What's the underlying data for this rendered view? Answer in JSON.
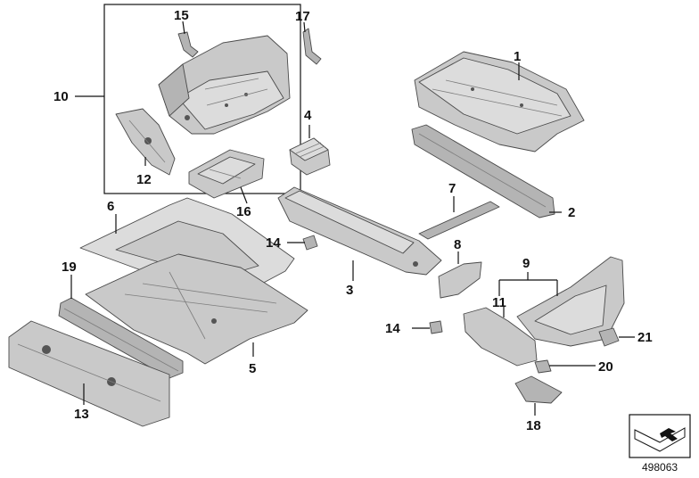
{
  "callouts": {
    "c1": "1",
    "c2": "2",
    "c3": "3",
    "c4": "4",
    "c5": "5",
    "c6": "6",
    "c7": "7",
    "c8": "8",
    "c9": "9",
    "c10": "10",
    "c11": "11",
    "c12": "12",
    "c13": "13",
    "c14a": "14",
    "c14b": "14",
    "c15": "15",
    "c16": "16",
    "c17": "17",
    "c18": "18",
    "c19": "19",
    "c20": "20",
    "c21": "21"
  },
  "document_id": "498063"
}
